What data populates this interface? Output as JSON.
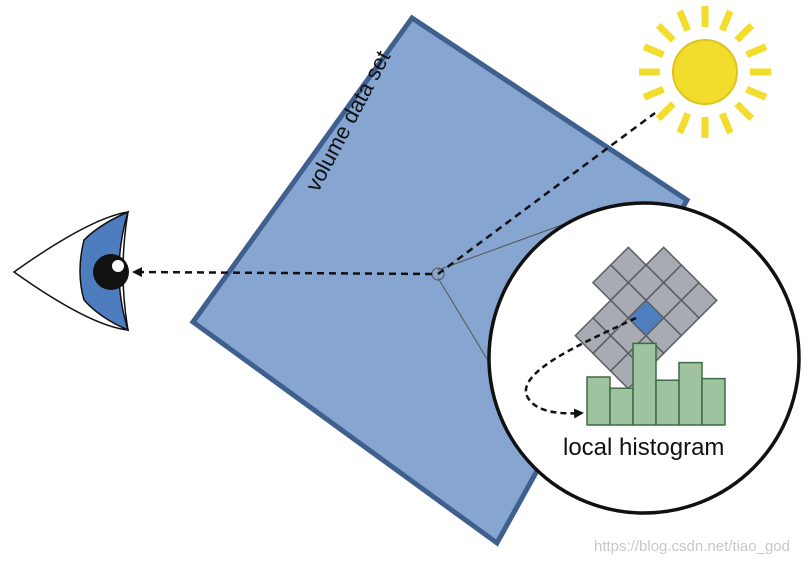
{
  "labels": {
    "volume": "volume data set",
    "histogram": "local histogram",
    "watermark": "https://blog.csdn.net/tiao_god"
  },
  "colors": {
    "volume_fill": "#86a5d0",
    "volume_stroke": "#3f5f8e",
    "sun": "#f2dd2c",
    "sun_stroke": "#e0c41d",
    "grid_cell": "#a8acb2",
    "grid_stroke": "#5a5e63",
    "highlight_cell": "#4f7fbf",
    "histogram_bar": "#9fc3a0",
    "histogram_stroke": "#3e6b43",
    "eye_iris": "#4d7dbe"
  },
  "histogram": {
    "bar_levels": [
      3,
      2.3,
      5.1,
      2.8,
      3.9,
      2.9
    ]
  },
  "icons": [
    "eye-icon",
    "sun-icon"
  ]
}
